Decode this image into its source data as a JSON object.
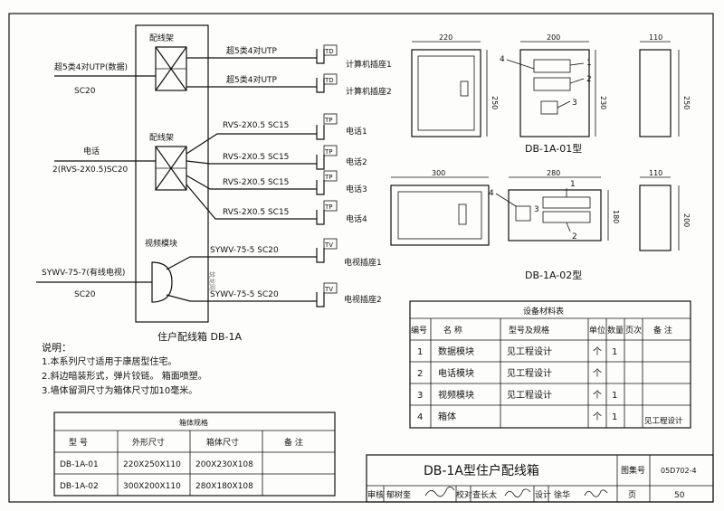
{
  "schematic": {
    "patch1_label": "配线架",
    "patch2_label": "配线架",
    "video_label": "视频模块",
    "box_caption": "住户配线箱 DB-1A",
    "in_data_label": "超5类4对UTP(数据)",
    "in_data_conduit": "SC20",
    "in_phone_label": "电话",
    "in_phone_spec": "2(RVS-2X0.5)SC20",
    "in_tv_label": "SYWV-75-7(有线电视)",
    "in_tv_conduit": "SC20",
    "outputs": [
      {
        "cable": "超5类4对UTP",
        "tag": "TD",
        "name": "计算机插座1"
      },
      {
        "cable": "超5类4对UTP",
        "tag": "TD",
        "name": "计算机插座2"
      },
      {
        "cable": "RVS-2X0.5  SC15",
        "tag": "TP",
        "name": "电话1"
      },
      {
        "cable": "RVS-2X0.5  SC15",
        "tag": "TP",
        "name": "电话2"
      },
      {
        "cable": "RVS-2X0.5  SC15",
        "tag": "TP",
        "name": "电话3"
      },
      {
        "cable": "RVS-2X0.5  SC15",
        "tag": "TP",
        "name": "电话4"
      },
      {
        "cable": "SYWV-75-5  SC20",
        "tag": "TV",
        "name": "电视插座1"
      },
      {
        "cable": "SYWV-75-5  SC20",
        "tag": "TV",
        "name": "电视插座2"
      }
    ]
  },
  "notes": {
    "title": "说明：",
    "items": [
      "1.本系列尺寸适用于康居型住宅。",
      "2.斜边暗装形式，弹片铰链。 箱面喷塑。",
      "3.墙体留洞尺寸为箱体尺寸加10毫米。"
    ]
  },
  "size_table": {
    "title": "箱体规格",
    "headers": [
      "型  号",
      "外形尺寸",
      "箱体尺寸",
      "备  注"
    ],
    "rows": [
      [
        "DB-1A-01",
        "220X250X110",
        "200X230X108",
        ""
      ],
      [
        "DB-1A-02",
        "300X200X110",
        "280X180X108",
        ""
      ]
    ]
  },
  "model1": {
    "caption": "DB-1A-01型",
    "dims": {
      "front_w": "220",
      "front_h": "250",
      "inner_w": "200",
      "inner_h": "230",
      "side_w": "110",
      "side_h": "250"
    },
    "callouts": [
      "4",
      "1",
      "2",
      "3"
    ]
  },
  "model2": {
    "caption": "DB-1A-02型",
    "dims": {
      "front_w": "300",
      "inner_w": "280",
      "inner_h": "180",
      "side_w": "110",
      "side_h": "200"
    },
    "callouts": [
      "4",
      "1",
      "3",
      "2"
    ]
  },
  "equipment_table": {
    "title": "设备材料表",
    "headers": [
      "编号",
      "名    称",
      "型号及规格",
      "单位",
      "数量",
      "页次",
      "备  注"
    ],
    "rows": [
      [
        "1",
        "数据模块",
        "见工程设计",
        "个",
        "1",
        "",
        ""
      ],
      [
        "2",
        "电话模块",
        "见工程设计",
        "个",
        "",
        "",
        ""
      ],
      [
        "3",
        "视频模块",
        "见工程设计",
        "个",
        "1",
        "",
        ""
      ],
      [
        "4",
        "箱体",
        "",
        "个",
        "1",
        "",
        "见工程设计"
      ]
    ]
  },
  "title_block": {
    "title": "DB-1A型住户配线箱",
    "atlas_label": "图集号",
    "atlas_no": "05D702-4",
    "labels": [
      "审核",
      "校对",
      "设计",
      "页"
    ],
    "names": [
      "郁树奎",
      "查长太",
      "徐华"
    ],
    "page": "50"
  },
  "watermark": "筑龙网"
}
